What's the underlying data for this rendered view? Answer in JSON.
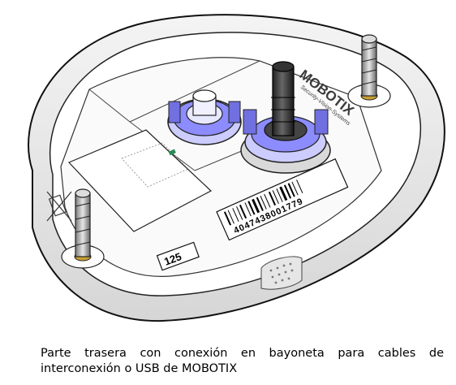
{
  "figure": {
    "brand_text": "MOBOTIX",
    "brand_tagline": "Security-Vision-Systems",
    "barcode_number": "4047438001779",
    "part_number": "125"
  },
  "caption": {
    "text": "Parte trasera con conexión en bayoneta para cables de interconexión o USB de MOBOTIX"
  }
}
